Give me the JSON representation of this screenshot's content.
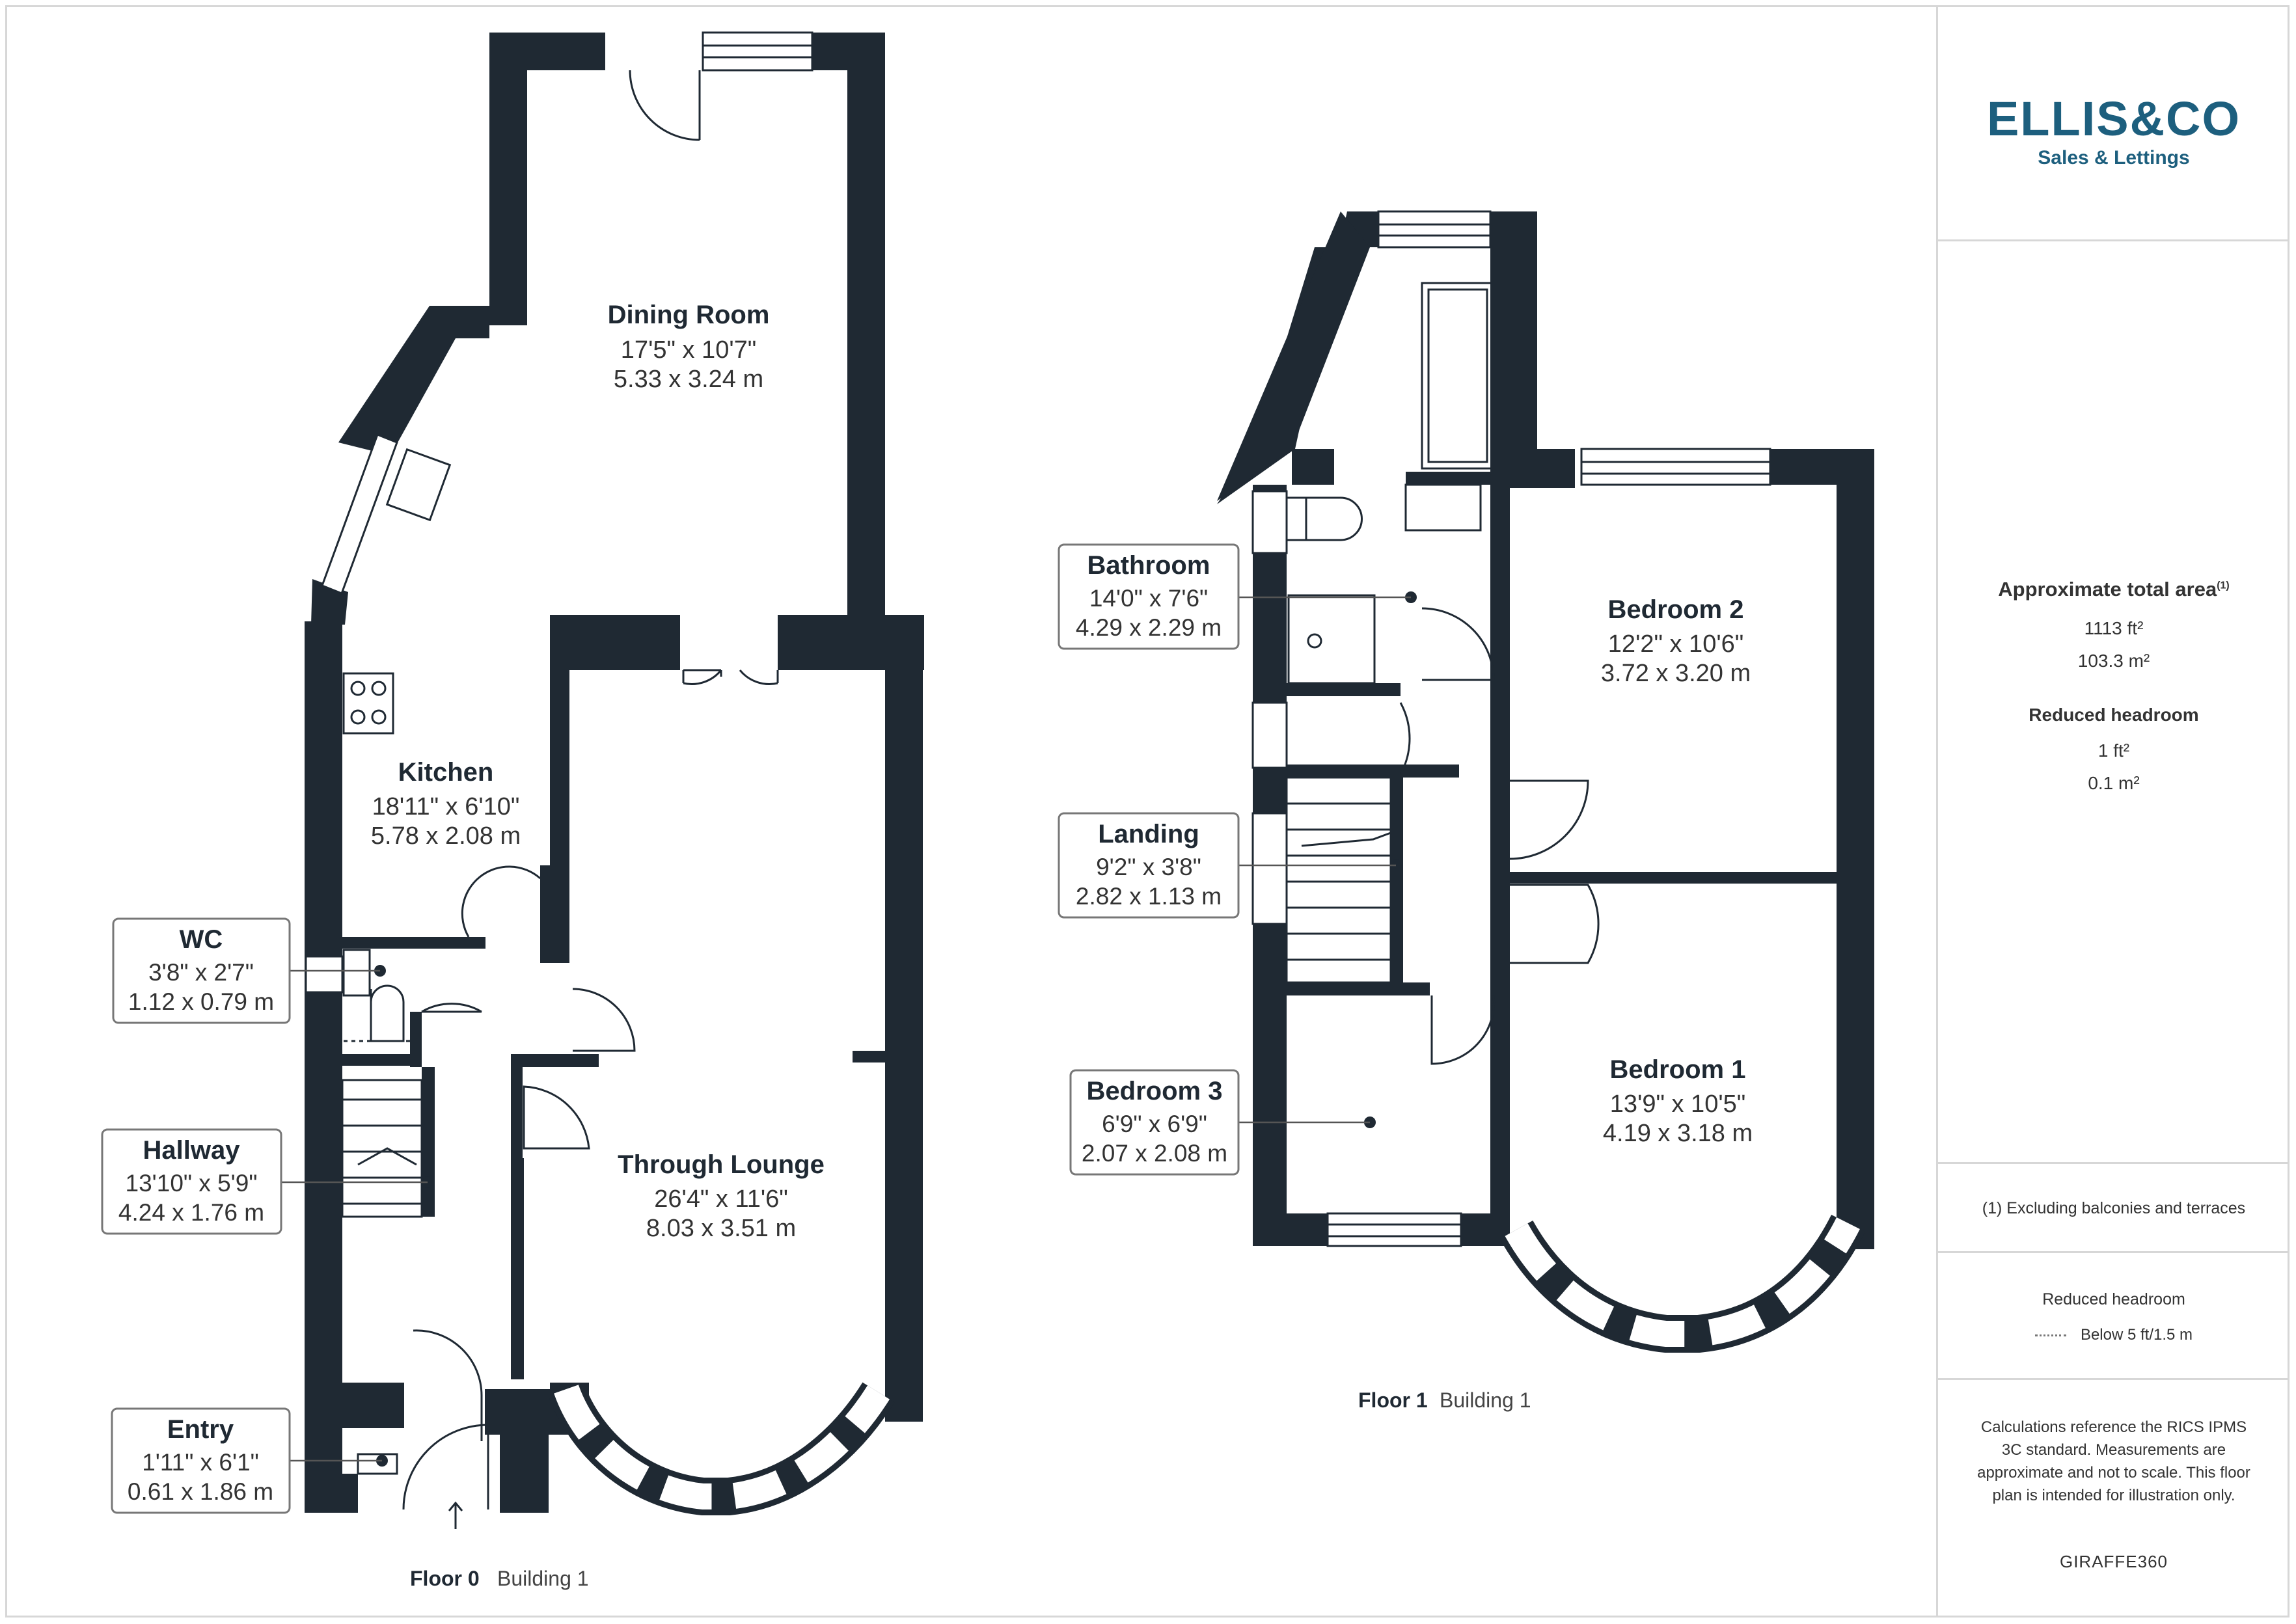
{
  "brand": {
    "name": "ELLIS&CO",
    "tagline": "Sales & Lettings"
  },
  "summary": {
    "total_area_title": "Approximate total area",
    "total_area_note_marker": "(1)",
    "total_area_ft": "1113 ft²",
    "total_area_m": "103.3 m²",
    "reduced_headroom_title": "Reduced headroom",
    "reduced_headroom_ft": "1 ft²",
    "reduced_headroom_m": "0.1 m²",
    "footnote": "(1) Excluding balconies and terraces",
    "legend_title": "Reduced headroom",
    "legend_item": "Below 5 ft/1.5 m",
    "disclaimer": "Calculations reference the RICS IPMS 3C standard. Measurements are approximate and not to scale. This floor plan is intended for illustration only.",
    "provider": "GIRAFFE360"
  },
  "floors": [
    {
      "name": "Floor 0",
      "building": "Building 1"
    },
    {
      "name": "Floor 1",
      "building": "Building 1"
    }
  ],
  "rooms": {
    "dining": {
      "name": "Dining Room",
      "imperial": "17'5\" x 10'7\"",
      "metric": "5.33 x 3.24 m"
    },
    "kitchen": {
      "name": "Kitchen",
      "imperial": "18'11\" x 6'10\"",
      "metric": "5.78 x 2.08 m"
    },
    "lounge": {
      "name": "Through Lounge",
      "imperial": "26'4\" x 11'6\"",
      "metric": "8.03 x 3.51 m"
    },
    "wc": {
      "name": "WC",
      "imperial": "3'8\" x 2'7\"",
      "metric": "1.12 x 0.79 m"
    },
    "hallway": {
      "name": "Hallway",
      "imperial": "13'10\" x 5'9\"",
      "metric": "4.24 x 1.76 m"
    },
    "entry": {
      "name": "Entry",
      "imperial": "1'11\" x 6'1\"",
      "metric": "0.61 x 1.86 m"
    },
    "bathroom": {
      "name": "Bathroom",
      "imperial": "14'0\" x 7'6\"",
      "metric": "4.29 x 2.29 m"
    },
    "landing": {
      "name": "Landing",
      "imperial": "9'2\" x 3'8\"",
      "metric": "2.82 x 1.13 m"
    },
    "bedroom3": {
      "name": "Bedroom 3",
      "imperial": "6'9\" x 6'9\"",
      "metric": "2.07 x 2.08 m"
    },
    "bedroom2": {
      "name": "Bedroom 2",
      "imperial": "12'2\" x 10'6\"",
      "metric": "3.72 x 3.20 m"
    },
    "bedroom1": {
      "name": "Bedroom 1",
      "imperial": "13'9\" x 10'5\"",
      "metric": "4.19 x 3.18 m"
    }
  },
  "colors": {
    "wall": "#1f2933",
    "brand": "#1d5f7e",
    "border": "#d7d7d7"
  }
}
